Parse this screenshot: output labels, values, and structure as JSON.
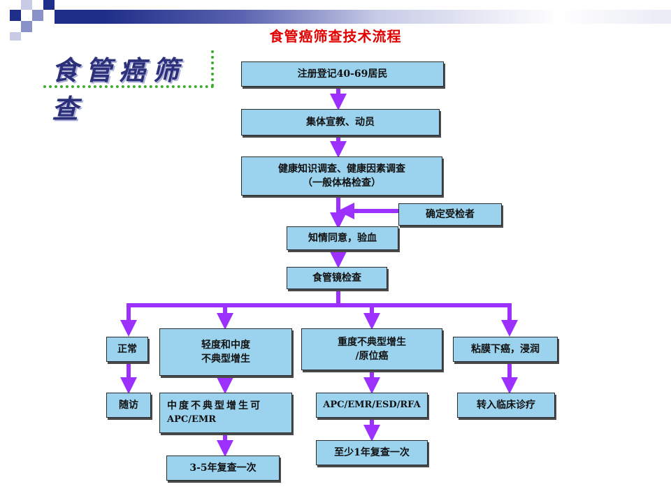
{
  "title": "食管癌筛查技术流程",
  "logo_text": "食管癌筛查",
  "steps": {
    "register": "注册登记40-69居民",
    "mobilize": "集体宣教、动员",
    "survey_line1": "健康知识调查、健康因素调查",
    "survey_line2": "（一般体格检查）",
    "confirm": "确定受检者",
    "consent": "知情同意，验血",
    "endoscopy": "食管镜检查"
  },
  "branches": {
    "normal": "正常",
    "mild_line1": "轻度和中度",
    "mild_line2": "不典型增生",
    "severe_line1": "重度不典型增生",
    "severe_line2": "/原位癌",
    "mucosal": "粘膜下癌，浸润"
  },
  "outcomes": {
    "followup": "随访",
    "mild_treat_line1": "中度不典型增生可",
    "mild_treat_line2": "APC/EMR",
    "mild_review": "3-5年复查一次",
    "severe_treat": "APC/EMR/ESD/RFA",
    "severe_review": "至少1年复查一次",
    "clinical": "转入临床诊疗"
  },
  "colors": {
    "box_fill": "#9bd3ee",
    "arrow": "#9b30ff",
    "title": "#e00000",
    "logo_text": "#2c2f7a",
    "logo_border": "#3cae2d"
  }
}
